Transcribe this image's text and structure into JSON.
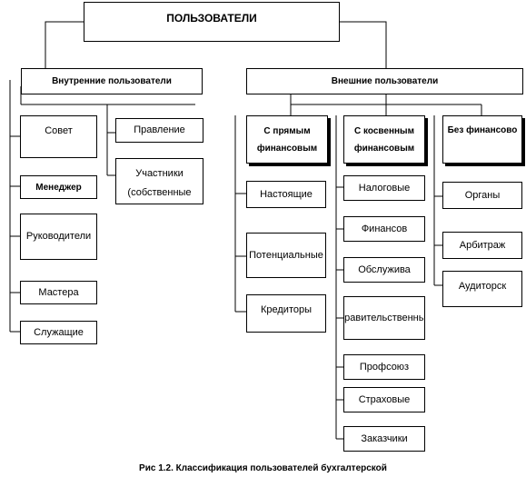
{
  "root": "ПОЛЬЗОВАТЕЛИ",
  "internal": {
    "title": "Внутренние пользователи",
    "left_items": [
      "Совет",
      "Менеджер",
      "Руководители",
      "Мастера",
      "Служащие"
    ],
    "right_items": [
      "Правление",
      "Участники (собственные"
    ]
  },
  "external": {
    "title": "Внешние пользователи",
    "direct": {
      "title": "С прямым финансовым",
      "items": [
        "Настоящие",
        "Потенциальные",
        "Кредиторы"
      ]
    },
    "indirect": {
      "title": "С косвенным финансовым",
      "items": [
        "Налоговые",
        "Финансов",
        "Обслужива",
        "Правительственные",
        "Профсоюз",
        "Страховые",
        "Заказчики"
      ]
    },
    "none": {
      "title": "Без финансово",
      "items": [
        "Органы",
        "Арбитраж",
        "Аудиторск"
      ]
    }
  },
  "caption": "Рис 1.2. Классификация пользователей бухгалтерской"
}
